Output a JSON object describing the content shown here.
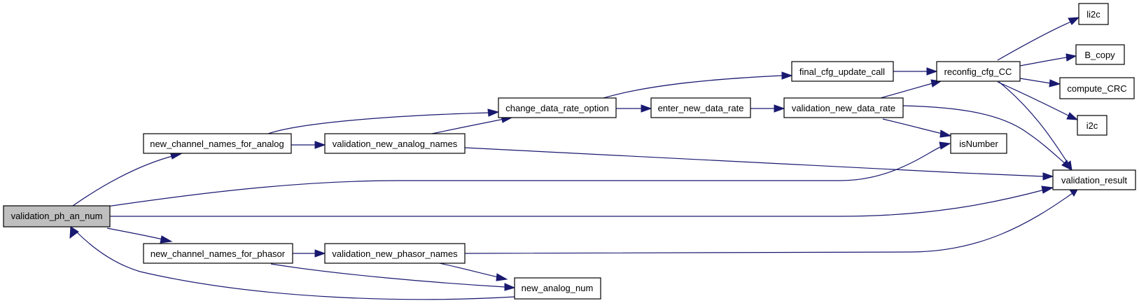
{
  "graph": {
    "nodes": {
      "validation_ph_an_num": "validation_ph_an_num",
      "new_channel_names_for_analog": "new_channel_names_for_analog",
      "new_channel_names_for_phasor": "new_channel_names_for_phasor",
      "validation_new_analog_names": "validation_new_analog_names",
      "validation_new_phasor_names": "validation_new_phasor_names",
      "change_data_rate_option": "change_data_rate_option",
      "new_analog_num": "new_analog_num",
      "enter_new_data_rate": "enter_new_data_rate",
      "final_cfg_update_call": "final_cfg_update_call",
      "validation_new_data_rate": "validation_new_data_rate",
      "reconfig_cfg_CC": "reconfig_cfg_CC",
      "isNumber": "isNumber",
      "validation_result": "validation_result",
      "li2c": "li2c",
      "B_copy": "B_copy",
      "compute_CRC": "compute_CRC",
      "i2c": "i2c"
    }
  }
}
